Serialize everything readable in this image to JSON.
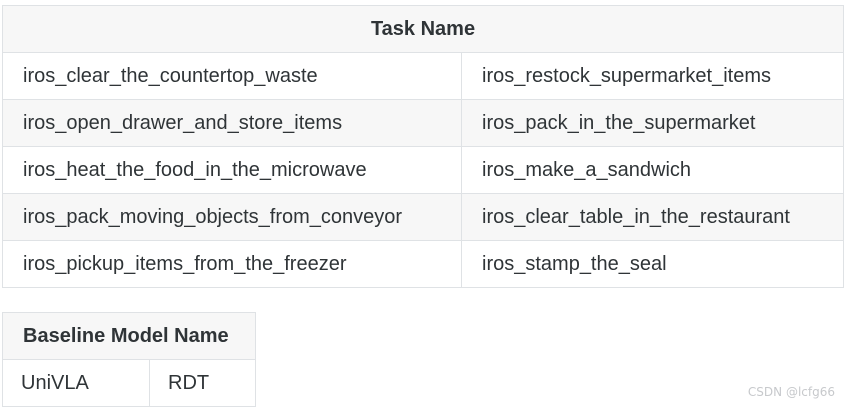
{
  "task_table": {
    "header": "Task Name",
    "rows": [
      [
        "iros_clear_the_countertop_waste",
        "iros_restock_supermarket_items"
      ],
      [
        "iros_open_drawer_and_store_items",
        "iros_pack_in_the_supermarket"
      ],
      [
        "iros_heat_the_food_in_the_microwave",
        "iros_make_a_sandwich"
      ],
      [
        "iros_pack_moving_objects_from_conveyor",
        "iros_clear_table_in_the_restaurant"
      ],
      [
        "iros_pickup_items_from_the_freezer",
        "iros_stamp_the_seal"
      ]
    ]
  },
  "baseline_table": {
    "header": "Baseline Model Name",
    "cells": [
      "UniVLA",
      "RDT"
    ]
  },
  "watermark": "CSDN @lcfg66"
}
